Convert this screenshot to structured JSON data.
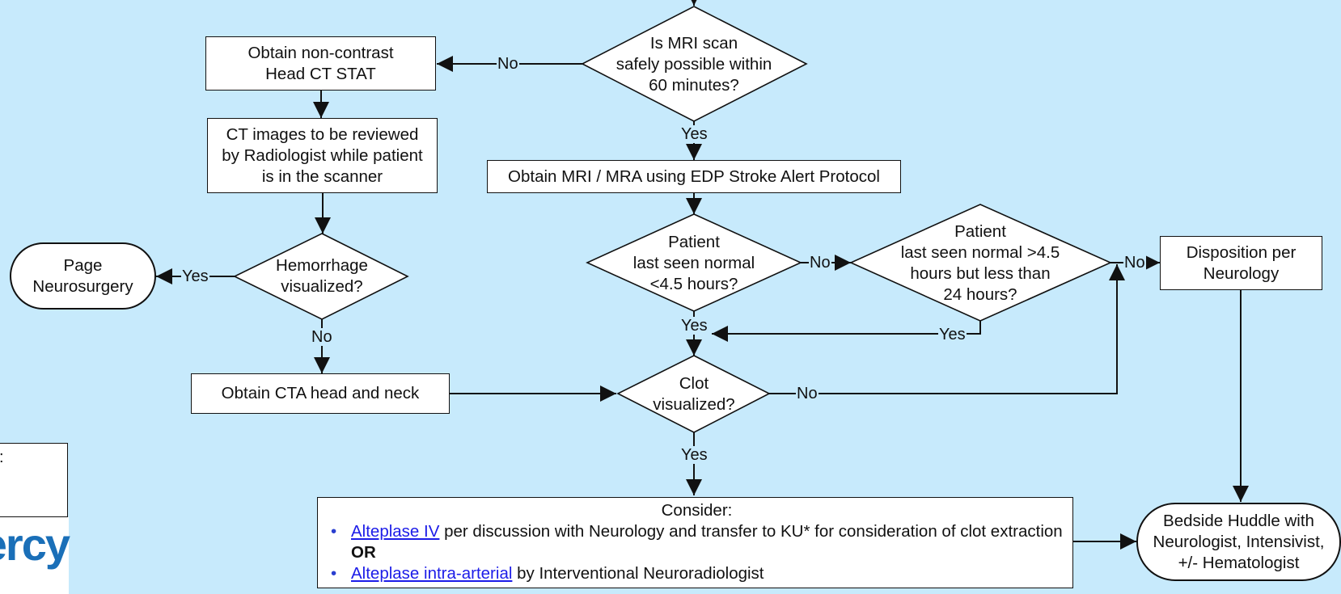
{
  "nodes": {
    "mri_possible": "Is MRI scan\nsafely possible within\n60 minutes?",
    "head_ct": "Obtain non-contrast\nHead CT STAT",
    "ct_review": "CT images to be reviewed\nby Radiologist while patient\nis in the scanner",
    "page_neurosurgery": "Page\nNeurosurgery",
    "hemorrhage": "Hemorrhage\nvisualized?",
    "cta": "Obtain CTA head and neck",
    "mri_mra": "Obtain MRI / MRA using EDP Stroke Alert Protocol",
    "lsn_45": "Patient\nlast seen normal\n<4.5 hours?",
    "lsn_45_24": "Patient\nlast seen normal >4.5\nhours but less than\n24 hours?",
    "disposition": "Disposition per\nNeurology",
    "clot": "Clot\nvisualized?",
    "huddle": "Bedside Huddle with\nNeurologist, Intensivist,\n+/- Hematologist"
  },
  "consider": {
    "title": "Consider:",
    "item1_link": "Alteplase IV",
    "item1_text": " per discussion with Neurology and transfer to KU* for consideration of clot extraction ",
    "item1_bold": "OR",
    "item2_link": "Alteplase intra-arterial",
    "item2_text": " by Interventional Neuroradiologist",
    "bullet": "•"
  },
  "edge_labels": {
    "no": "No",
    "yes": "Yes"
  },
  "legend": {
    "text": ":"
  },
  "logo": {
    "text": "ercy"
  },
  "colors": {
    "background": "#c7eafc",
    "link": "#1c1ce8",
    "logo": "#1a6fb8"
  }
}
